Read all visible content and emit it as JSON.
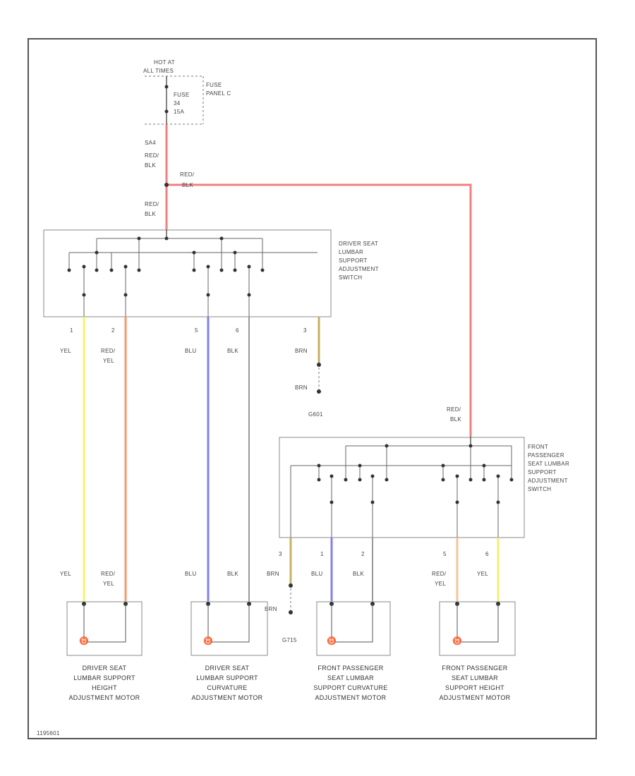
{
  "fuse_block": {
    "hot_at": "HOT AT",
    "all_times": "ALL TIMES",
    "fuse_label": "FUSE",
    "fuse_number": "34",
    "fuse_amps": "15A",
    "panel_line1": "FUSE",
    "panel_line2": "PANEL C",
    "circuit": "SA4"
  },
  "wires": {
    "red_blk_1": "RED/",
    "red_blk_2": "BLK",
    "yel": "YEL",
    "red_yel_1": "RED/",
    "red_yel_2": "YEL",
    "blu": "BLU",
    "blk": "BLK",
    "brn": "BRN"
  },
  "driver_switch": {
    "name_lines": [
      "DRIVER SEAT",
      "LUMBAR",
      "SUPPORT",
      "ADJUSTMENT",
      "SWITCH"
    ],
    "pins": [
      "1",
      "2",
      "5",
      "6",
      "3"
    ]
  },
  "passenger_switch": {
    "name_lines": [
      "FRONT",
      "PASSENGER",
      "SEAT LUMBAR",
      "SUPPORT",
      "ADJUSTMENT",
      "SWITCH"
    ],
    "pins": [
      "3",
      "1",
      "2",
      "5",
      "6"
    ]
  },
  "grounds": {
    "driver": "G601",
    "passenger": "G715"
  },
  "motors": [
    {
      "lines": [
        "DRIVER SEAT",
        "LUMBAR SUPPORT",
        "HEIGHT",
        "ADJUSTMENT MOTOR"
      ]
    },
    {
      "lines": [
        "DRIVER SEAT",
        "LUMBAR SUPPORT",
        "CURVATURE",
        "ADJUSTMENT MOTOR"
      ]
    },
    {
      "lines": [
        "FRONT PASSENGER",
        "SEAT LUMBAR",
        "SUPPORT CURVATURE",
        "ADJUSTMENT MOTOR"
      ]
    },
    {
      "lines": [
        "FRONT PASSENGER",
        "SEAT LUMBAR",
        "SUPPORT HEIGHT",
        "ADJUSTMENT MOTOR"
      ]
    }
  ],
  "footer_code": "1195601",
  "colors": {
    "red_blk": "#f08080",
    "yel": "#f5f56a",
    "red_yel": "#f49a6a",
    "blu": "#7f7ff5",
    "blk": "#999999",
    "brn": "#c8b060",
    "red_yel_pass": "#f6c49a",
    "yel_pass": "#f0f070"
  }
}
